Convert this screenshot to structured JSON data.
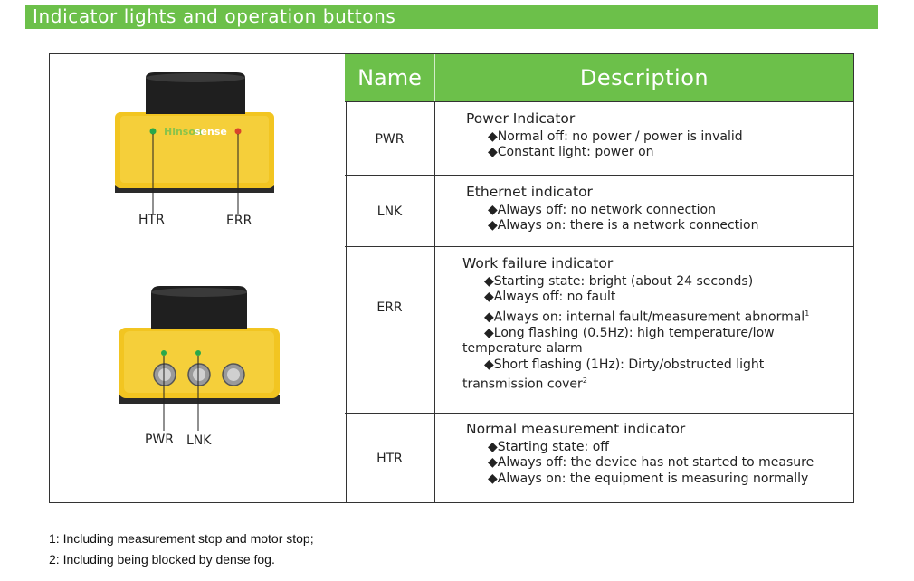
{
  "banner": {
    "title": "Indicator lights and operation buttons"
  },
  "image": {
    "top_device": {
      "logo_text": "sense",
      "labels": [
        "HTR",
        "ERR"
      ]
    },
    "bottom_device": {
      "labels": [
        "PWR",
        "LNK"
      ]
    }
  },
  "table": {
    "headers": {
      "name": "Name",
      "description": "Description"
    },
    "rows": [
      {
        "name": "PWR",
        "title": "Power Indicator",
        "items": [
          "◆Normal off: no power / power is invalid",
          "◆Constant light: power on"
        ]
      },
      {
        "name": "LNK",
        "title": "Ethernet indicator",
        "items": [
          "◆Always off: no network connection",
          "◆Always on: there is a network connection"
        ]
      },
      {
        "name": "ERR",
        "title": "Work failure indicator",
        "items": [
          "◆Starting state: bright (about 24 seconds)",
          "◆Always off: no fault",
          "◆Always on: internal fault/measurement abnormal",
          "◆Long flashing (0.5Hz): high temperature/low",
          "temperature alarm",
          "◆Short flashing (1Hz): Dirty/obstructed light",
          "transmission cover"
        ],
        "sup1": "1",
        "sup2": "2"
      },
      {
        "name": "HTR",
        "title": "Normal measurement indicator",
        "items": [
          "◆Starting state: off",
          "◆Always off: the device has not started to measure",
          "◆Always on: the equipment is measuring normally"
        ]
      }
    ]
  },
  "footnotes": [
    "1: Including measurement stop and motor stop;",
    "2: Including being blocked by dense fog."
  ],
  "colors": {
    "accent": "#6cc04a",
    "device_yellow": "#f2c521",
    "led_green": "#2aa84a",
    "led_red": "#d9442b"
  }
}
